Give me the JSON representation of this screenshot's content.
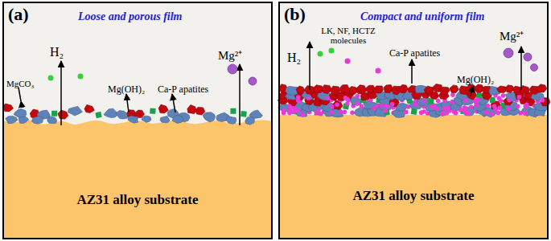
{
  "diagram": {
    "nodes": [
      {
        "text": [
          "(a)",
          "Loose and porous film"
        ]
      },
      {
        "text": [
          "AZ31 alloy substrate"
        ],
        "in": 0
      },
      {
        "text": [
          "(b)",
          "Compact and uniform film"
        ]
      },
      {
        "text": [
          "AZ31 alloy substrate"
        ],
        "in": 2
      }
    ],
    "labels": [
      "MgCO₃",
      "H₂",
      "Mg(OH)₂",
      "Ca-P apatites",
      "Mg²⁺",
      "LK, NF, HCTZ molecules",
      "H₂",
      "Ca-P apatites",
      "Mg(OH)₂",
      "Mg²⁺"
    ]
  }
}
